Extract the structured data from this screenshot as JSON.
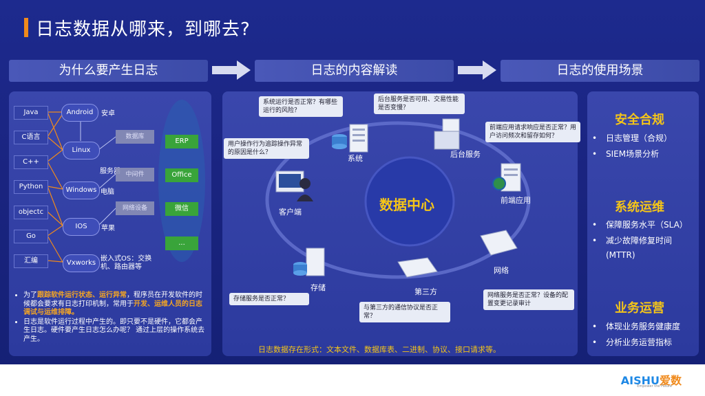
{
  "title": "日志数据从哪来，到哪去?",
  "strips": [
    "为什么要产生日志",
    "日志的内容解读",
    "日志的使用场景"
  ],
  "left": {
    "languages": [
      "Java",
      "C语言",
      "C++",
      "Python",
      "objectc",
      "Go",
      "汇编"
    ],
    "os": [
      "Android",
      "Linux",
      "Windows",
      "IOS",
      "Vxworks"
    ],
    "os_labels": {
      "android": "安卓",
      "server": "服务器",
      "windows": "电脑",
      "ios": "苹果",
      "vx": "嵌入式OS：交换机、路由器等"
    },
    "hardware": [
      "数据库",
      "中间件",
      "网络设备"
    ],
    "apps": [
      "ERP",
      "Office",
      "微信",
      "..."
    ],
    "note1_a": "为了",
    "note1_b": "跟踪软件运行状态、运行异常",
    "note1_c": "，程序员在开发软件的时候都会要求有日志打印机制，常用于",
    "note1_d": "开发、运维人员的日志调试与运维排障。",
    "note2": "日志是软件运行过程中产生的。即只要不是硬件，它都会产生日志。硬件要产生日志怎么办呢？ 通过上层的操作系统去产生。"
  },
  "center": {
    "core": "数据中心",
    "nodes": {
      "system": "系统",
      "backend": "后台服务",
      "frontend": "前端应用",
      "client": "客户端",
      "storage": "存储",
      "thirdparty": "第三方",
      "network": "网络"
    },
    "bubbles": {
      "system": "系统运行是否正常？有哪些运行的风险？",
      "backend": "后台服务是否可用、交易性能是否变慢？",
      "frontend": "前端应用请求响应是否正常？用户访问频次和留存如何？",
      "client": "用户操作行为追踪操作异常的原因是什么？",
      "storage": "存储服务是否正常？",
      "thirdparty": "与第三方的通信协议是否正常？",
      "network": "网络服务是否正常？设备的配置变更记录审计"
    },
    "bottom": "日志数据存在形式：文本文件、数据库表、二进制、协议、接口请求等。"
  },
  "right": {
    "sections": [
      {
        "head": "安全合规",
        "items": [
          "日志管理（合规）",
          "SIEM场景分析"
        ]
      },
      {
        "head": "系统运维",
        "items": [
          "保障服务水平（SLA）",
          "减少故障修复时间",
          "(MTTR)"
        ]
      },
      {
        "head": "业务运营",
        "items": [
          "体现业务服务健康度",
          "分析业务运营指标"
        ]
      }
    ],
    "bullet": "•"
  },
  "footer": {
    "logo_a": "AISHU",
    "logo_b": "爱数",
    "tagline": "Empower the Future"
  },
  "colors": {
    "accent": "#f08a1c",
    "highlight": "#f5c518",
    "green": "#39a43a"
  }
}
